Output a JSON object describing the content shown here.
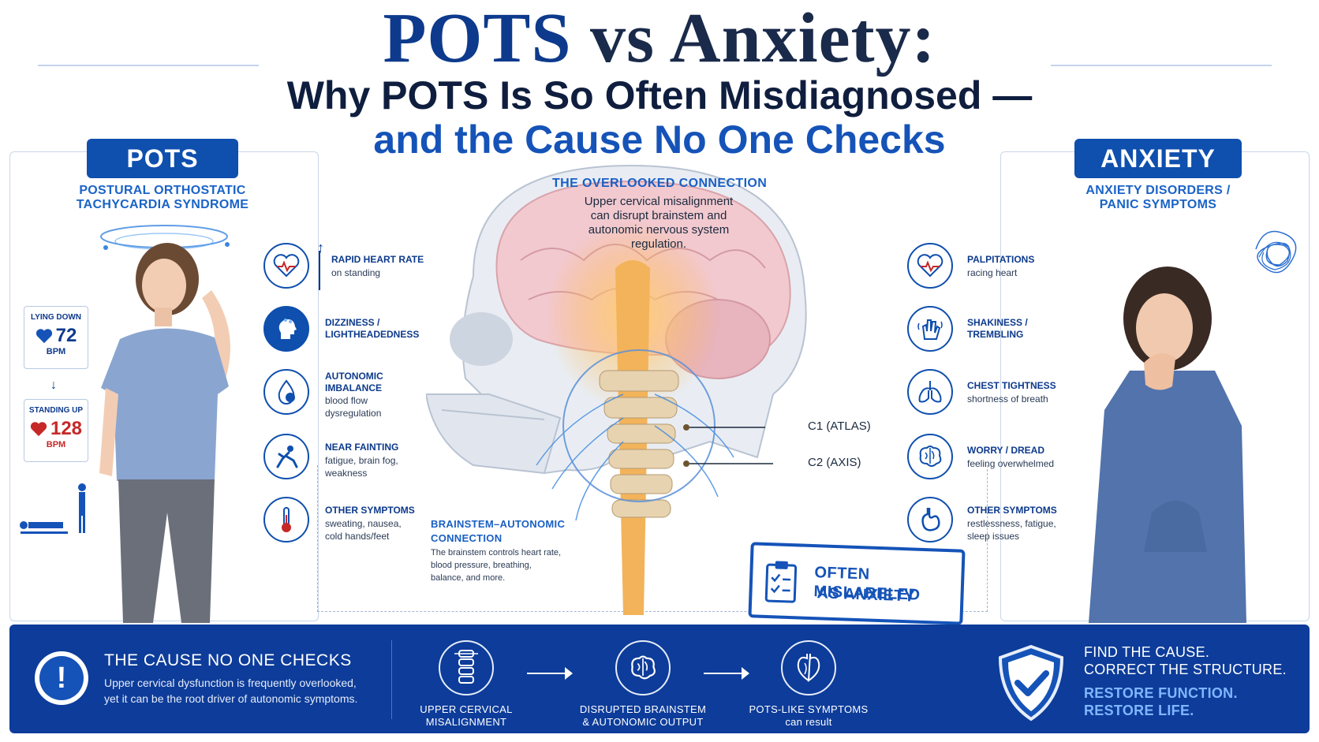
{
  "header": {
    "title_main": "POTS",
    "title_vs": "vs Anxiety:",
    "subtitle_line1": "Why POTS Is So Often Misdiagnosed —",
    "subtitle_line2": "and the Cause No One Checks"
  },
  "left_panel": {
    "badge": "POTS",
    "badge_sub_line1": "POSTURAL ORTHOSTATIC",
    "badge_sub_line2": "TACHYCARDIA SYNDROME",
    "lying_card": {
      "label": "LYING DOWN",
      "value": "72",
      "unit": "BPM"
    },
    "standing_card": {
      "label": "STANDING UP",
      "value": "128",
      "unit": "BPM"
    },
    "symptoms": [
      {
        "icon": "heart-pulse-icon",
        "title": "RAPID HEART RATE",
        "desc": "on standing"
      },
      {
        "icon": "dizzy-head-icon",
        "title": "DIZZINESS /",
        "title2": "LIGHTHEADEDNESS",
        "desc": ""
      },
      {
        "icon": "blood-drop-icon",
        "title": "AUTONOMIC",
        "title2": "IMBALANCE",
        "desc": "blood flow",
        "desc2": "dysregulation"
      },
      {
        "icon": "fainting-person-icon",
        "title": "NEAR FAINTING",
        "desc": "fatigue, brain fog,",
        "desc2": "weakness"
      },
      {
        "icon": "thermometer-icon",
        "title": "OTHER SYMPTOMS",
        "desc": "sweating, nausea,",
        "desc2": "cold hands/feet"
      }
    ]
  },
  "right_panel": {
    "badge": "ANXIETY",
    "badge_sub_line1": "ANXIETY DISORDERS /",
    "badge_sub_line2": "PANIC SYMPTOMS",
    "symptoms": [
      {
        "icon": "heart-pulse-icon",
        "title": "PALPITATIONS",
        "desc": "racing heart"
      },
      {
        "icon": "shaking-hands-icon",
        "title": "SHAKINESS /",
        "title2": "TREMBLING",
        "desc": ""
      },
      {
        "icon": "lungs-icon",
        "title": "CHEST TIGHTNESS",
        "desc": "shortness of breath"
      },
      {
        "icon": "brain-icon",
        "title": "WORRY / DREAD",
        "desc": "feeling overwhelmed"
      },
      {
        "icon": "stomach-icon",
        "title": "OTHER SYMPTOMS",
        "desc": "restlessness, fatigue,",
        "desc2": "sleep issues"
      }
    ]
  },
  "center": {
    "note_title": "THE OVERLOOKED CONNECTION",
    "note_line1": "Upper cervical misalignment",
    "note_line2": "can disrupt brainstem and",
    "note_line3": "autonomic nervous system",
    "note_line4": "regulation.",
    "c1_label": "C1 (ATLAS)",
    "c2_label": "C2 (AXIS)",
    "brainstem_title1": "BRAINSTEM–AUTONOMIC",
    "brainstem_title2": "CONNECTION",
    "brainstem_text1": "The brainstem controls heart rate,",
    "brainstem_text2": "blood pressure, breathing,",
    "brainstem_text3": "balance, and more.",
    "stamp_line1": "OFTEN MISLABELED",
    "stamp_line2": "AS ANXIETY"
  },
  "bottom": {
    "title": "THE CAUSE NO ONE CHECKS",
    "text_line1": "Upper cervical dysfunction is frequently overlooked,",
    "text_line2": "yet it can be the root driver of autonomic symptoms.",
    "steps": [
      {
        "icon": "spine-icon",
        "line1": "UPPER CERVICAL",
        "line2": "MISALIGNMENT"
      },
      {
        "icon": "brain-icon",
        "line1": "DISRUPTED BRAINSTEM",
        "line2": "& AUTONOMIC OUTPUT"
      },
      {
        "icon": "heart-icon",
        "line1": "POTS-LIKE SYMPTOMS",
        "line2": "can result"
      }
    ],
    "cta_line1": "FIND THE CAUSE.",
    "cta_line2": "CORRECT THE STRUCTURE.",
    "cta_line3": "RESTORE FUNCTION.",
    "cta_line4": "RESTORE LIFE."
  },
  "colors": {
    "primary_blue": "#0f4fae",
    "dark_navy": "#0d3a8c",
    "accent_blue": "#1553b8",
    "alert_red": "#c62828",
    "bottom_bar": "#0d3c9a"
  }
}
